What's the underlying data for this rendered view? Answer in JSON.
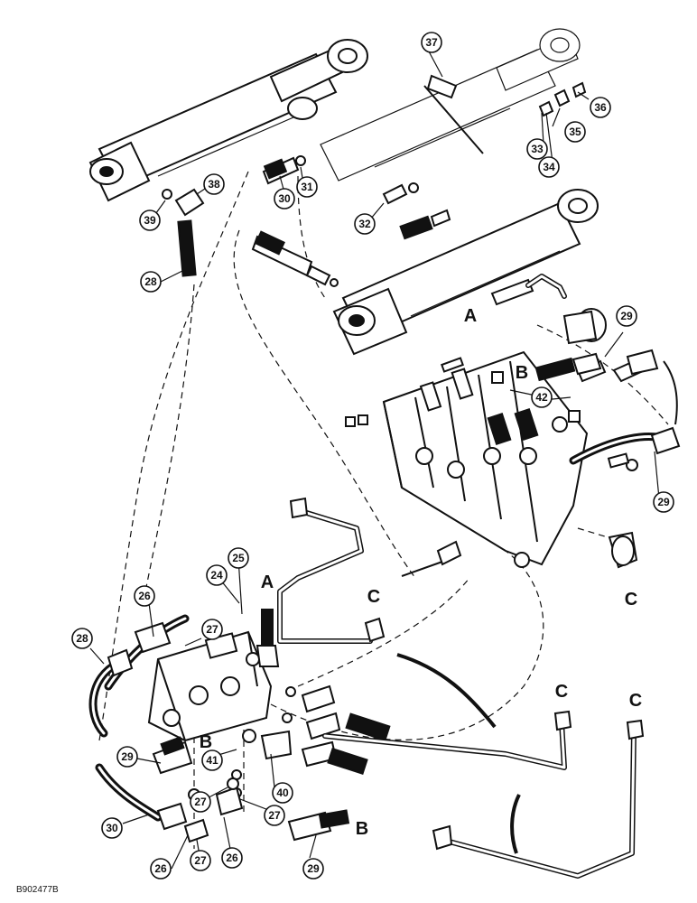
{
  "figure_id": "B902477B",
  "callouts": {
    "c24": "24",
    "c25": "25",
    "c26a": "26",
    "c26b": "26",
    "c26c": "26",
    "c27a": "27",
    "c27b": "27",
    "c27c": "27",
    "c27d": "27",
    "c28a": "28",
    "c28b": "28",
    "c29a": "29",
    "c29b": "29",
    "c29c": "29",
    "c29d": "29",
    "c30a": "30",
    "c30b": "30",
    "c31": "31",
    "c32": "32",
    "c33": "33",
    "c34": "34",
    "c35": "35",
    "c36": "36",
    "c37": "37",
    "c38": "38",
    "c39": "39",
    "c40": "40",
    "c41": "41",
    "c42": "42"
  },
  "letters": {
    "a_upper": "A",
    "a_lower": "A",
    "b_valve": "B",
    "b_block": "B",
    "b_hose": "B",
    "c_valve": "C",
    "c_tube1": "C",
    "c_tube2": "C",
    "c_tube3": "C"
  }
}
